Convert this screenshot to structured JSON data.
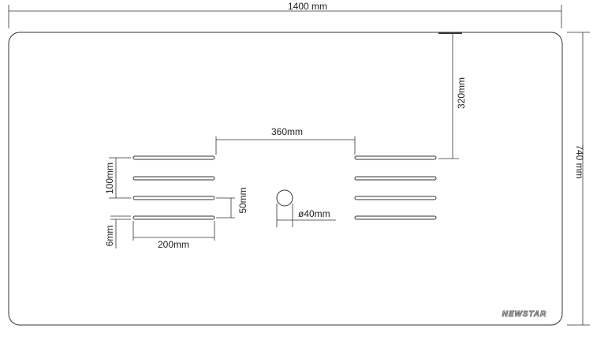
{
  "drawing": {
    "dimensions": {
      "overall_width": "1400 mm",
      "overall_height": "740 mm",
      "edge_offset": "320mm",
      "slot_spacing": "360mm",
      "slot_pitch": "100mm",
      "slot_gap": "50mm",
      "slot_width": "6mm",
      "slot_length": "200mm",
      "hole_diameter": "ø40mm"
    },
    "logo": "NEWSTAR",
    "colors": {
      "line": "#333333",
      "logo": "#6b6b6b"
    }
  }
}
